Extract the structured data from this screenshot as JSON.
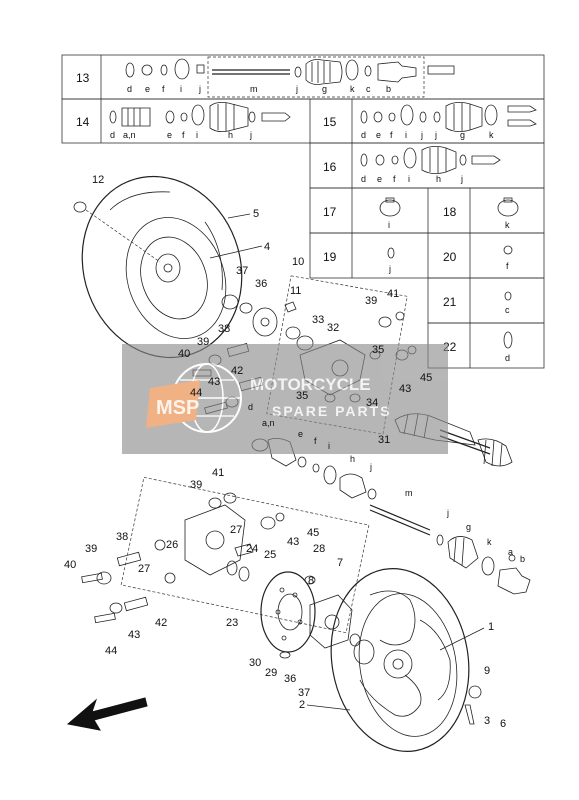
{
  "table": {
    "rows": [
      "13",
      "14",
      "15",
      "16",
      "17",
      "18",
      "19",
      "20",
      "21",
      "22"
    ],
    "row13_letters": [
      "d",
      "e",
      "f",
      "i",
      "j",
      "m",
      "j",
      "g",
      "k",
      "c",
      "b"
    ],
    "row14_letters": [
      "d",
      "a,n",
      "e",
      "f",
      "i",
      "h",
      "j"
    ],
    "row15_letters": [
      "d",
      "e",
      "f",
      "i",
      "j",
      "j",
      "g",
      "k"
    ],
    "row16_letters": [
      "d",
      "e",
      "f",
      "i",
      "h",
      "j"
    ],
    "row17_letter": "i",
    "row18_letter": "k",
    "row19_letter": "j",
    "row20_letter": "f",
    "row21_letter": "c",
    "row22_letter": "d"
  },
  "callouts": {
    "n1": "1",
    "n2": "2",
    "n3": "3",
    "n4": "4",
    "n5": "5",
    "n6": "6",
    "n7": "7",
    "n8": "8",
    "n9": "9",
    "n10": "10",
    "n11": "11",
    "n12": "12",
    "n23": "23",
    "n24": "24",
    "n25": "25",
    "n26": "26",
    "n27a": "27",
    "n27b": "27",
    "n28": "28",
    "n29": "29",
    "n30": "30",
    "n31": "31",
    "n32": "32",
    "n33": "33",
    "n34": "34",
    "n35a": "35",
    "n35b": "35",
    "n36a": "36",
    "n36b": "36",
    "n37a": "37",
    "n37b": "37",
    "n38a": "38",
    "n38b": "38",
    "n39a": "39",
    "n39b": "39",
    "n39c": "39",
    "n40a": "40",
    "n40b": "40",
    "n41a": "41",
    "n41b": "41",
    "n42a": "42",
    "n42b": "42",
    "n43a": "43",
    "n43b": "43",
    "n43c": "43",
    "n43d": "43",
    "n44a": "44",
    "n44b": "44",
    "n45a": "45",
    "n45b": "45"
  },
  "letters": {
    "la_n_upper": "a,n",
    "le_upper": "e",
    "lf_upper": "f",
    "li_upper": "i",
    "lh_upper": "h",
    "lj_upper": "j",
    "ld_upper": "d",
    "lm": "m",
    "lj2": "j",
    "lg": "g",
    "lk": "k",
    "lb": "b",
    "la": "a"
  },
  "watermark": {
    "line1": "MOTORCYCLE",
    "line2": "SPARE PARTS",
    "logo": "MSP"
  },
  "colors": {
    "watermark_band": "#8a8a8a",
    "logo_orange": "#e8833a"
  },
  "icons": {
    "arrow": "front-direction-arrow-icon"
  }
}
